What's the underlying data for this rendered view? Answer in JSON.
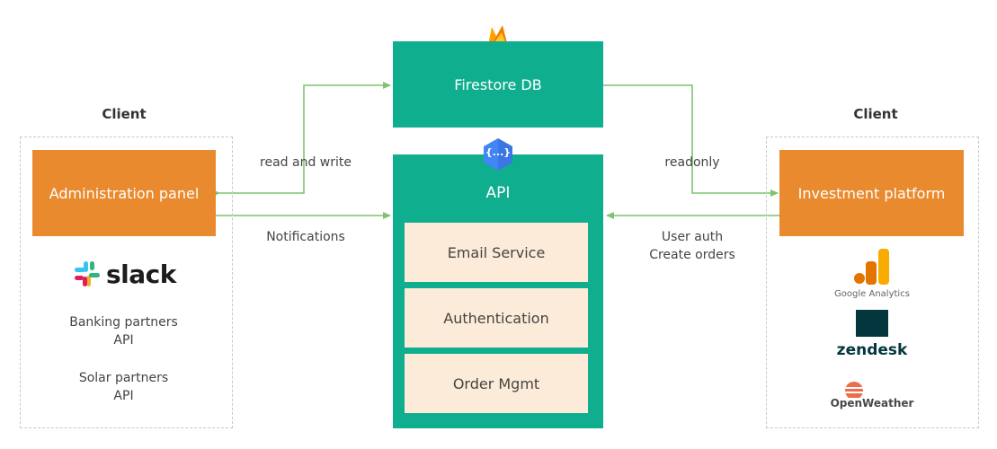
{
  "left_client": {
    "title": "Client",
    "panel_label": "Administration panel",
    "slack_label": "slack",
    "banking_line1": "Banking partners",
    "banking_line2": "API",
    "solar_line1": "Solar partners",
    "solar_line2": "API"
  },
  "right_client": {
    "title": "Client",
    "panel_label": "Investment platform",
    "ga_label": "Google Analytics",
    "zendesk_label": "zendesk",
    "openweather_label": "OpenWeather"
  },
  "firestore": {
    "label": "Firestore DB"
  },
  "api": {
    "label": "API",
    "icon_text": "{...}",
    "services": [
      "Email Service",
      "Authentication",
      "Order Mgmt"
    ]
  },
  "edges": {
    "read_write": "read and write",
    "notifications": "Notifications",
    "readonly": "readonly",
    "user_auth_line1": "User auth",
    "user_auth_line2": "Create orders"
  },
  "colors": {
    "orange": "#ea8a2e",
    "green": "#0fae8e",
    "service_fill": "#fdebd9",
    "arrow": "#7cc46e"
  }
}
